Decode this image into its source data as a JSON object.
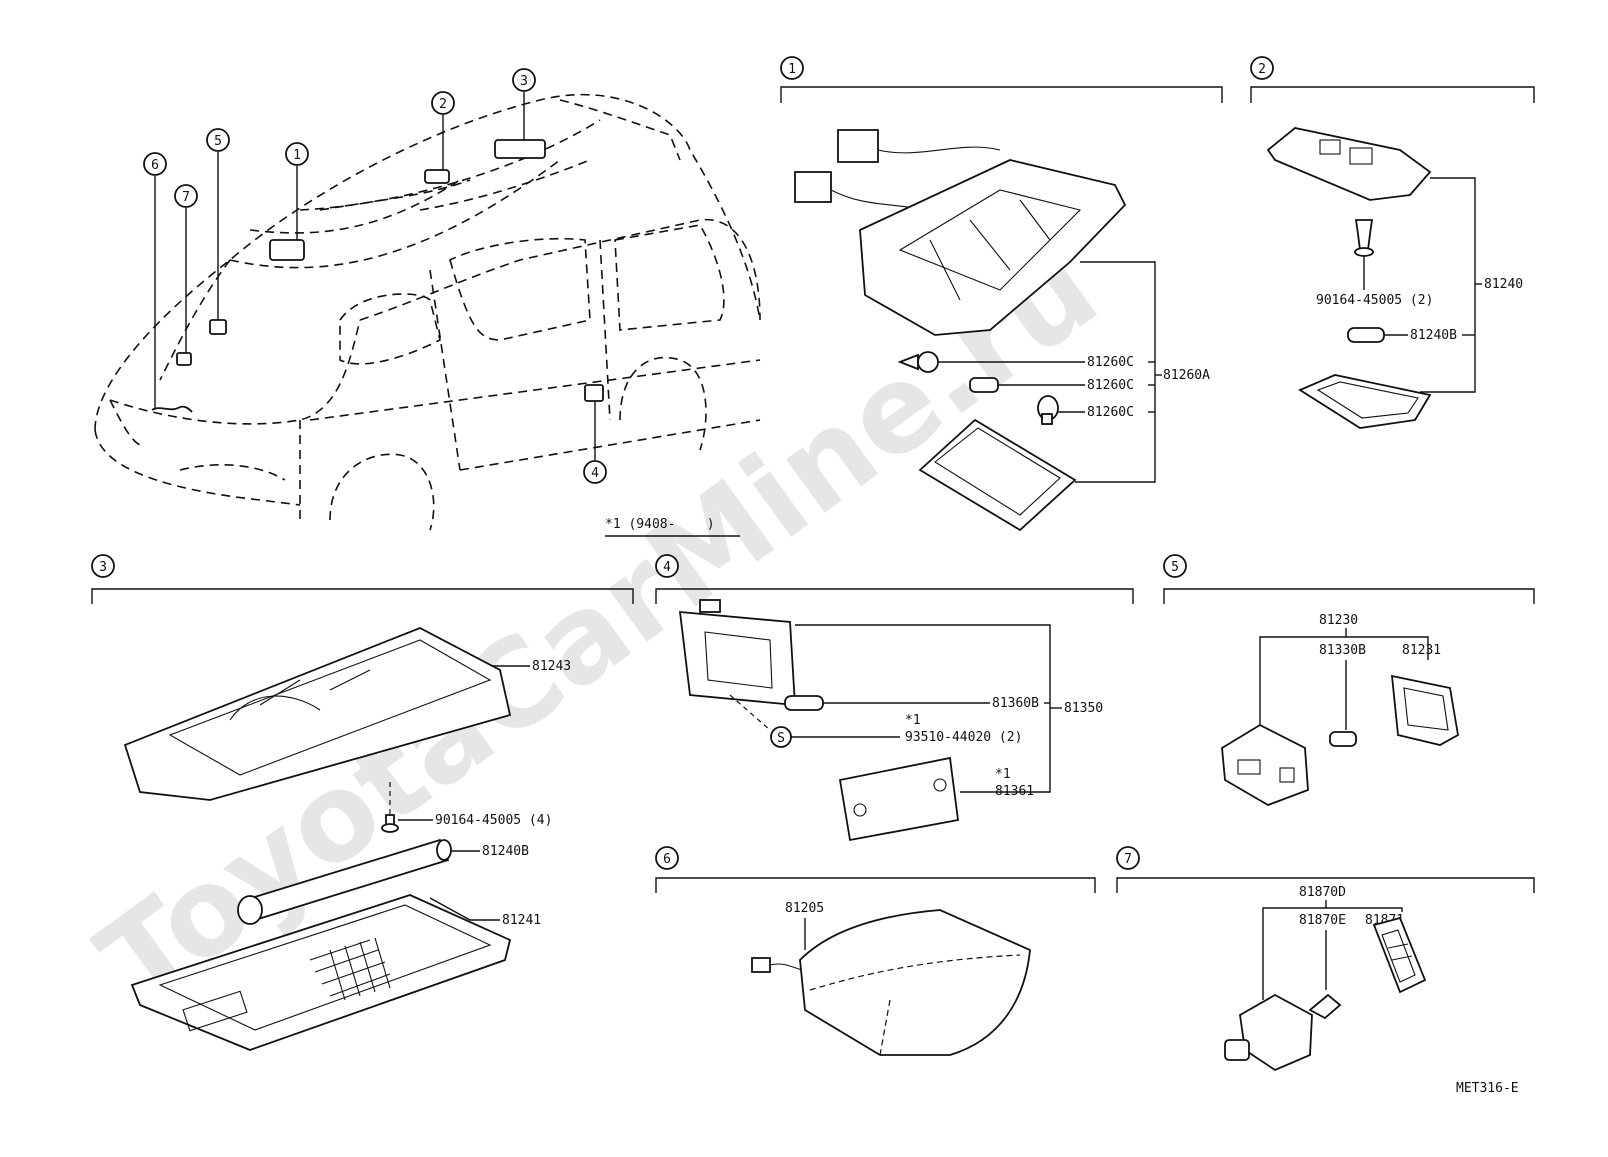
{
  "watermark": "ToyotaCarMine.ru",
  "diagram_code": "MET316-E",
  "footnote": "*1 (9408-    )",
  "vehicle_callouts": [
    "1",
    "2",
    "3",
    "4",
    "5",
    "6",
    "7"
  ],
  "sections": [
    {
      "number": "1",
      "parts": [
        "81260C",
        "81260C",
        "81260C",
        "81260A"
      ]
    },
    {
      "number": "2",
      "parts": [
        "90164-45005 (2)",
        "81240",
        "81240B"
      ]
    },
    {
      "number": "3",
      "parts": [
        "81243",
        "90164-45005 (4)",
        "81240B",
        "81241"
      ]
    },
    {
      "number": "4",
      "parts": [
        "81360B",
        "81350",
        "*1",
        "93510-44020 (2)",
        "*1",
        "81361"
      ],
      "fastener_symbol": "S"
    },
    {
      "number": "5",
      "parts": [
        "81230",
        "81330B",
        "81231"
      ]
    },
    {
      "number": "6",
      "parts": [
        "81205"
      ]
    },
    {
      "number": "7",
      "parts": [
        "81870D",
        "81870E",
        "81871"
      ]
    }
  ]
}
